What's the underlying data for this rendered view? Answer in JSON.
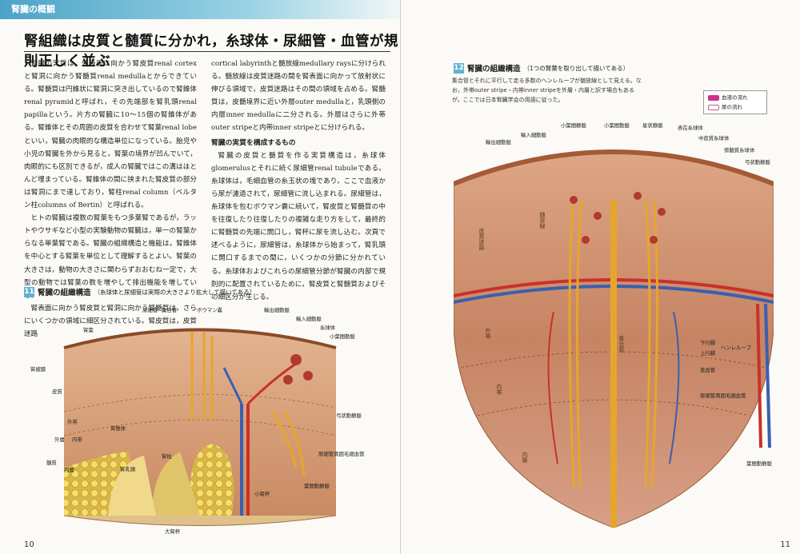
{
  "section_tab": "腎臓の概観",
  "headline": "腎組織は皮質と髄質に分かれ，糸球体・尿細管・血管が規則正しく並ぶ",
  "left_col": [
    "腎臓の実質は，外表面に向かう腎皮質renal cortexと腎洞に向かう腎髄質renal medullaとからできている。腎髄質は円錐状に腎洞に突き出しているので腎錐体renal pyramidと呼ばれ，その先端部を腎乳頭renal papillaという。片方の腎臓に10～15個の腎錐体がある。腎錐体とその周囲の皮質を合わせて腎葉renal lobeといい，腎臓の肉眼的な構造単位になっている。胎児や小児の腎臓を外から見ると，腎葉の境界が凹んでいて，肉眼的にも区別できるが，成人の腎臓ではこの溝はほとんど埋まっている。腎錐体の間に挟まれた腎皮質の部分は腎洞にまで達しており，腎柱renal column（ベルタン柱columns of Bertin）と呼ばれる。",
    "ヒトの腎臓は複数の腎葉をもつ多葉腎であるが，ラットやウサギなど小型の実験動物の腎臓は，単一の腎葉からなる単葉腎である。腎臓の組織構造と機能は，腎錐体を中心とする腎葉を単位として理解するとよい。腎葉の大きさは，動物の大きさに関わらずおおむね一定で，大型の動物では腎葉の数を増やして排出機能を増している。",
    "腎表面に向かう腎皮質と腎洞に向かう腎髄質は，さらにいくつかの領域に細区分されている。腎皮質は，皮質迷路"
  ],
  "right_col_intro": "cortical labyrinthと髄放線medullary raysに分けられる。髄放線は皮質迷路の間を腎表面に向かって放射状に伸びる領域で，皮質迷路はその間の領域を占める。腎髄質は，皮髄境界に近い外層outer medullaと，乳頭側の内層inner medullaに二分される。外層はさらに外帯outer stripeと内帯inner stripeとに分けられる。",
  "right_col_subhead": "腎臓の実質を構成するもの",
  "right_col_body": "腎臓の皮質と髄質を作る実質構造は，糸球体glomerulusとそれに続く尿細管renal tubuleである。糸球体は，毛細血管の糸玉状の塊であり，ここで血液から尿が濾過されて，尿細管に流し込まれる。尿細管は，糸球体を包むボウマン嚢に続いて，腎皮質と腎髄質の中を往復したり往復したりの複雑な走り方をして，最終的に腎髄質の先端に開口し，腎杯に尿を流し込む。次頁で述べるように，尿細管は，糸球体から始まって，腎乳頭に開口するまでの間に，いくつかの分節に分かれている。糸球体およびこれらの尿細管分節が腎臓の内部で規則的に配置されているために，腎皮質と腎髄質およびその細区分が生じる。",
  "fig11": {
    "num": "11",
    "title": "腎臓の組織構造",
    "note": "（糸球体と尿細管は実際の大きさより拡大して描いてある）",
    "labels": [
      "尿細管",
      "集合管",
      "ボウマン嚢",
      "輸出細動脈",
      "輸入細動脈",
      "糸球体",
      "小葉間動脈",
      "弓状動静脈",
      "尿細管周囲毛細血管",
      "葉間動静脈",
      "腎葉",
      "腎被膜",
      "皮質",
      "外帯",
      "内帯",
      "外層",
      "内層",
      "髄質",
      "腎錐体",
      "腎乳頭",
      "腎柱",
      "小腎杯",
      "大腎杯"
    ]
  },
  "fig12": {
    "num": "12",
    "title": "腎臓の組織構造",
    "note": "（1つの腎葉を取り出して描いてある）",
    "caption": "集合管とそれに平行して走る多数のヘンレループが髄放線として見える。なお，外帯outer stripe・内帯inner stripeを外層・内層と訳す場合もあるが，ここでは日本腎臓学会の用語に従った。",
    "legend": [
      "血液の流れ",
      "尿の流れ"
    ],
    "labels": [
      "輸出細動脈",
      "輸入細動脈",
      "小葉間静脈",
      "小葉間動脈",
      "星状静脈",
      "表在糸球体",
      "中皮質糸球体",
      "傍髄質糸球体",
      "弓状動静脈",
      "下行脚",
      "上行脚",
      "ヘンレループ",
      "直血管",
      "尿細管周囲毛細血管",
      "葉間動静脈",
      "皮質迷路",
      "髄放線",
      "外帯",
      "内帯",
      "内層",
      "集合管"
    ]
  },
  "colors": {
    "accent": "#5fb2d3",
    "artery": "#c9312a",
    "vein": "#3a5fb0",
    "tubule": "#e6a62a",
    "cortex": "#d8a07a",
    "medulla": "#c98a63"
  },
  "pages": {
    "left": "10",
    "right": "11"
  }
}
